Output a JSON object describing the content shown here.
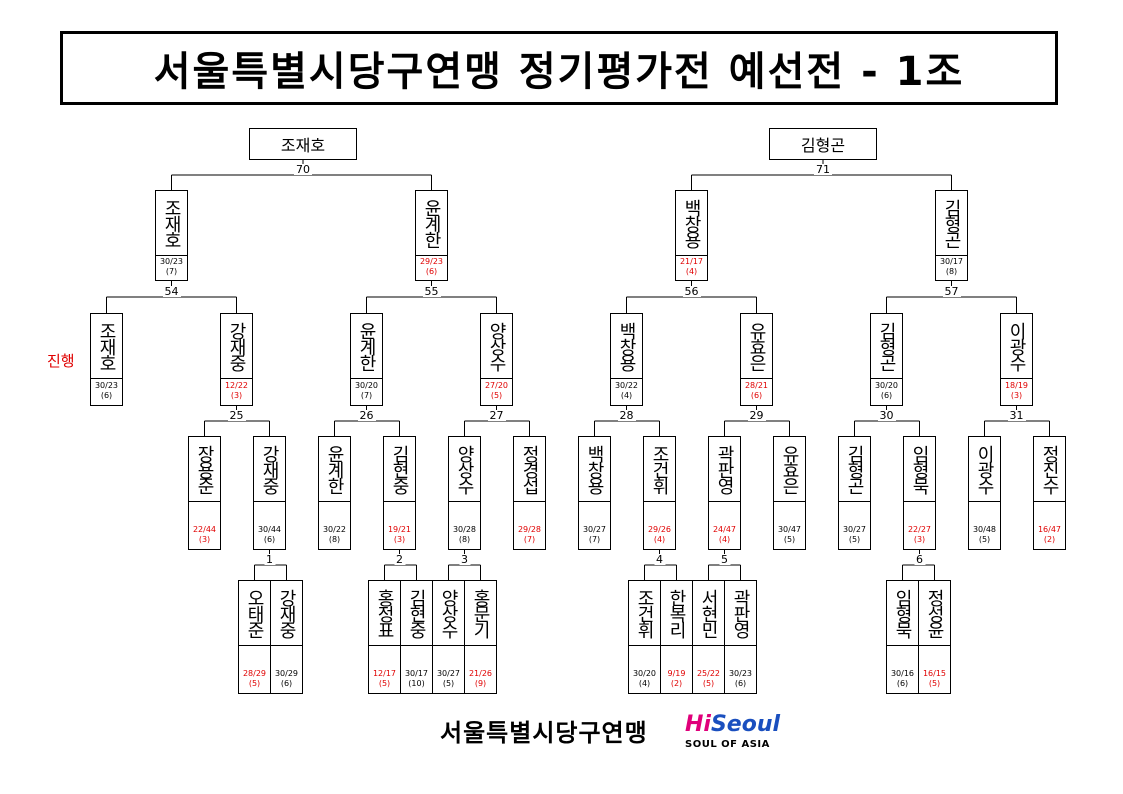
{
  "title": "서울특별시당구연맹 정기평가전 예선전 - 1조",
  "progress_label": "진행",
  "footer": {
    "org_name": "서울특별시당구연맹",
    "logo_text_hi": "Hi",
    "logo_text_seoul": "Seoul",
    "logo_tagline": "SOUL OF ASIA"
  },
  "champions": [
    "조재호",
    "김형곤"
  ],
  "match_numbers": {
    "m70": "70",
    "m71": "71",
    "m54": "54",
    "m55": "55",
    "m56": "56",
    "m57": "57",
    "m25": "25",
    "m26": "26",
    "m27": "27",
    "m28": "28",
    "m29": "29",
    "m30": "30",
    "m31": "31",
    "m1": "1",
    "m2": "2",
    "m3": "3",
    "m4": "4",
    "m5": "5",
    "m6": "6"
  },
  "players": [
    {
      "name": "조재호",
      "score": "30/23",
      "inning": "(7)",
      "red": false
    },
    {
      "name": "윤계한",
      "score": "29/23",
      "inning": "(6)",
      "red": true
    },
    {
      "name": "백창용",
      "score": "21/17",
      "inning": "(4)",
      "red": true
    },
    {
      "name": "김형곤",
      "score": "30/17",
      "inning": "(8)",
      "red": false
    },
    {
      "name": "조재호",
      "score": "30/23",
      "inning": "(6)",
      "red": false
    },
    {
      "name": "강재중",
      "score": "12/22",
      "inning": "(3)",
      "red": true
    },
    {
      "name": "윤계한",
      "score": "30/20",
      "inning": "(7)",
      "red": false
    },
    {
      "name": "양상수",
      "score": "27/20",
      "inning": "(5)",
      "red": true
    },
    {
      "name": "백창용",
      "score": "30/22",
      "inning": "(4)",
      "red": false
    },
    {
      "name": "유효은",
      "score": "28/21",
      "inning": "(6)",
      "red": true
    },
    {
      "name": "김형곤",
      "score": "30/20",
      "inning": "(6)",
      "red": false
    },
    {
      "name": "이광수",
      "score": "18/19",
      "inning": "(3)",
      "red": true
    },
    {
      "name": "장용준",
      "score": "22/44",
      "inning": "(3)",
      "red": true
    },
    {
      "name": "강재중",
      "score": "30/44",
      "inning": "(6)",
      "red": false
    },
    {
      "name": "윤계한",
      "score": "30/22",
      "inning": "(8)",
      "red": false
    },
    {
      "name": "김현중",
      "score": "19/21",
      "inning": "(3)",
      "red": true
    },
    {
      "name": "양상수",
      "score": "30/28",
      "inning": "(8)",
      "red": false
    },
    {
      "name": "정경섭",
      "score": "29/28",
      "inning": "(7)",
      "red": true
    },
    {
      "name": "백창용",
      "score": "30/27",
      "inning": "(7)",
      "red": false
    },
    {
      "name": "조건휘",
      "score": "29/26",
      "inning": "(4)",
      "red": true
    },
    {
      "name": "곽판영",
      "score": "24/47",
      "inning": "(4)",
      "red": true
    },
    {
      "name": "유효은",
      "score": "30/47",
      "inning": "(5)",
      "red": false
    },
    {
      "name": "김형곤",
      "score": "30/27",
      "inning": "(5)",
      "red": false
    },
    {
      "name": "임형묵",
      "score": "22/27",
      "inning": "(3)",
      "red": true
    },
    {
      "name": "이광수",
      "score": "30/48",
      "inning": "(5)",
      "red": false
    },
    {
      "name": "정진수",
      "score": "16/47",
      "inning": "(2)",
      "red": true
    },
    {
      "name": "오태준",
      "score": "28/29",
      "inning": "(5)",
      "red": true
    },
    {
      "name": "강재중",
      "score": "30/29",
      "inning": "(6)",
      "red": false
    },
    {
      "name": "홍정표",
      "score": "12/17",
      "inning": "(5)",
      "red": true
    },
    {
      "name": "김현중",
      "score": "30/17",
      "inning": "(10)",
      "red": false
    },
    {
      "name": "양상수",
      "score": "30/27",
      "inning": "(5)",
      "red": false
    },
    {
      "name": "홍문기",
      "score": "21/26",
      "inning": "(9)",
      "red": true
    },
    {
      "name": "조건휘",
      "score": "30/20",
      "inning": "(4)",
      "red": false
    },
    {
      "name": "한복리",
      "score": "9/19",
      "inning": "(2)",
      "red": true
    },
    {
      "name": "서현민",
      "score": "25/22",
      "inning": "(5)",
      "red": true
    },
    {
      "name": "곽판영",
      "score": "30/23",
      "inning": "(6)",
      "red": false
    },
    {
      "name": "임형묵",
      "score": "30/16",
      "inning": "(6)",
      "red": false
    },
    {
      "name": "정성윤",
      "score": "16/15",
      "inning": "(5)",
      "red": true
    }
  ]
}
